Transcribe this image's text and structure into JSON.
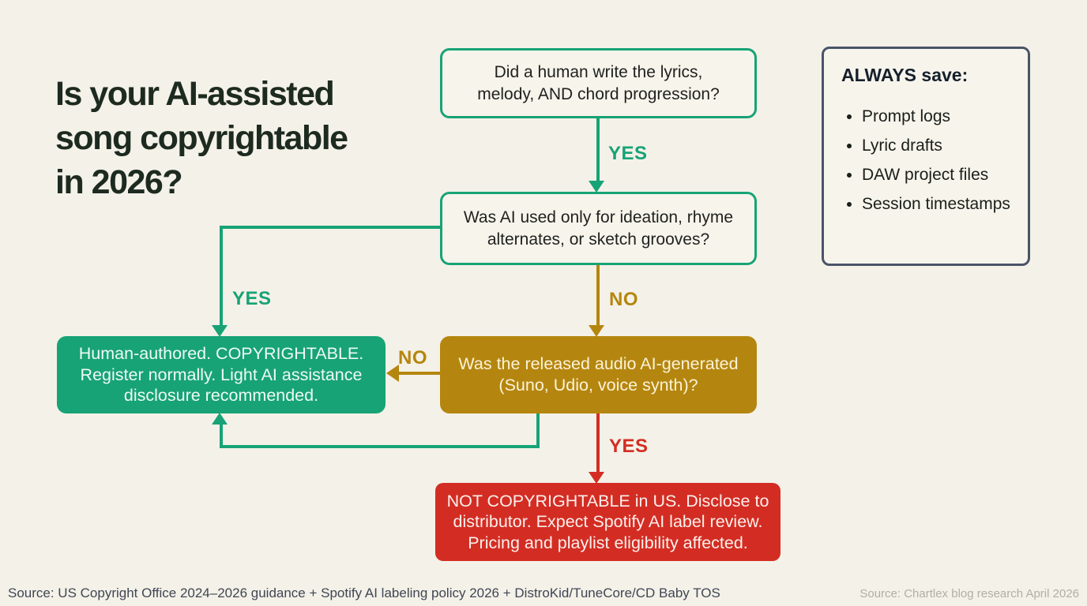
{
  "colors": {
    "bg": "#f4f1e8",
    "green": "#17a376",
    "gold": "#b5860f",
    "red": "#d32d23",
    "slate": "#4a5468",
    "ink": "#1d2a20",
    "footnote": "#3f4654",
    "footnote_light": "#b3aea3"
  },
  "title": "Is your AI-assisted\nsong copyrightable\nin 2026?",
  "flow": {
    "q1": "Did a human write the lyrics,\nmelody, AND chord progression?",
    "q2": "Was AI used only for ideation, rhyme\nalternates, or sketch grooves?",
    "q3": "Was the released audio AI-generated\n(Suno, Udio, voice synth)?",
    "outcome_copyrightable": "Human-authored. COPYRIGHTABLE.\nRegister normally. Light AI assistance\ndisclosure recommended.",
    "outcome_not_copyrightable": "NOT COPYRIGHTABLE in US. Disclose to\ndistributor. Expect Spotify AI label review.\nPricing and playlist eligibility affected.",
    "labels": {
      "q1_yes": "YES",
      "q2_yes": "YES",
      "q2_no": "NO",
      "q3_no": "NO",
      "q3_yes": "YES"
    }
  },
  "sidebar": {
    "title": "ALWAYS save:",
    "items": [
      "Prompt logs",
      "Lyric drafts",
      "DAW project files",
      "Session timestamps"
    ]
  },
  "footer": {
    "left": "Source: US Copyright Office 2024–2026 guidance + Spotify AI labeling policy 2026 + DistroKid/TuneCore/CD Baby TOS",
    "right": "Source: Chartlex blog research April 2026"
  }
}
